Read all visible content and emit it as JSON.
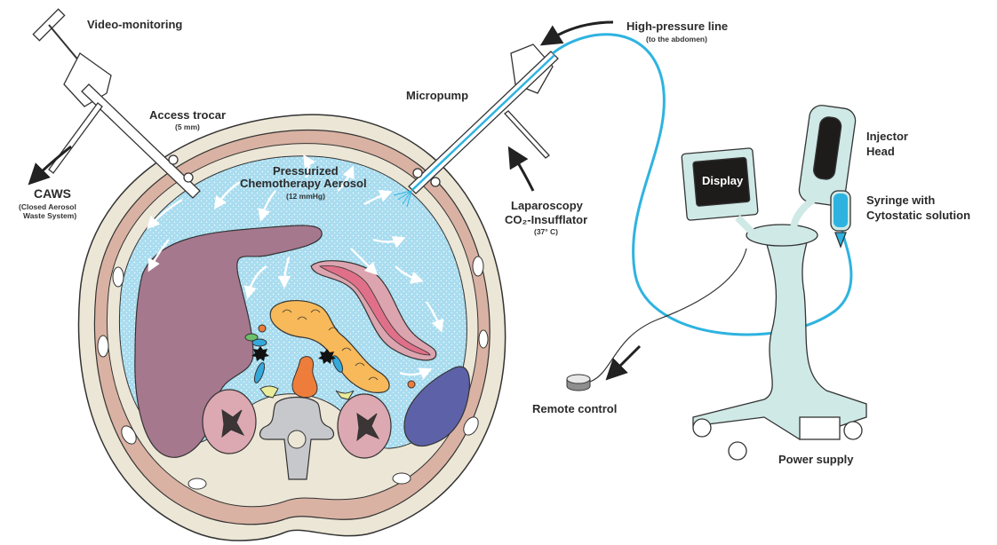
{
  "figure": {
    "title": "PIPAC setup: pressurized intraperitoneal aerosol chemotherapy",
    "labels": {
      "video_monitoring": "Video-monitoring",
      "access_trocar": "Access trocar",
      "access_trocar_size": "(5 mm)",
      "caws": "CAWS",
      "caws_full_1": "(Closed Aerosol",
      "caws_full_2": "Waste System)",
      "aerosol_1": "Pressurized",
      "aerosol_2": "Chemotherapy Aerosol",
      "aerosol_pressure": "(12 mmHg)",
      "micropump": "Micropump",
      "high_pressure_line": "High-pressure line",
      "high_pressure_line_sub": "(to the abdomen)",
      "insufflator_1": "Laparoscopy",
      "insufflator_2": "CO₂-Insufflator",
      "insufflator_temp": "(37° C)",
      "display": "Display",
      "injector_1": "Injector",
      "injector_2": "Head",
      "syringe_1": "Syringe with",
      "syringe_2": "Cytostatic solution",
      "remote_control": "Remote control",
      "power_supply": "Power supply"
    },
    "colors": {
      "aerosol": "#a9dcef",
      "high_pressure_line": "#2eb3e0",
      "liver": "#a6788e",
      "stomach": "#e07089",
      "pancreas": "#f7b959",
      "spleen": "#5d62a8",
      "kidney": "#dca8b1",
      "muscle": "#d9b2a3",
      "fat": "#ece6d6",
      "vertebra": "#c7c8cc",
      "device": "#cfe9e6",
      "display_screen": "#1e1b1b"
    }
  }
}
